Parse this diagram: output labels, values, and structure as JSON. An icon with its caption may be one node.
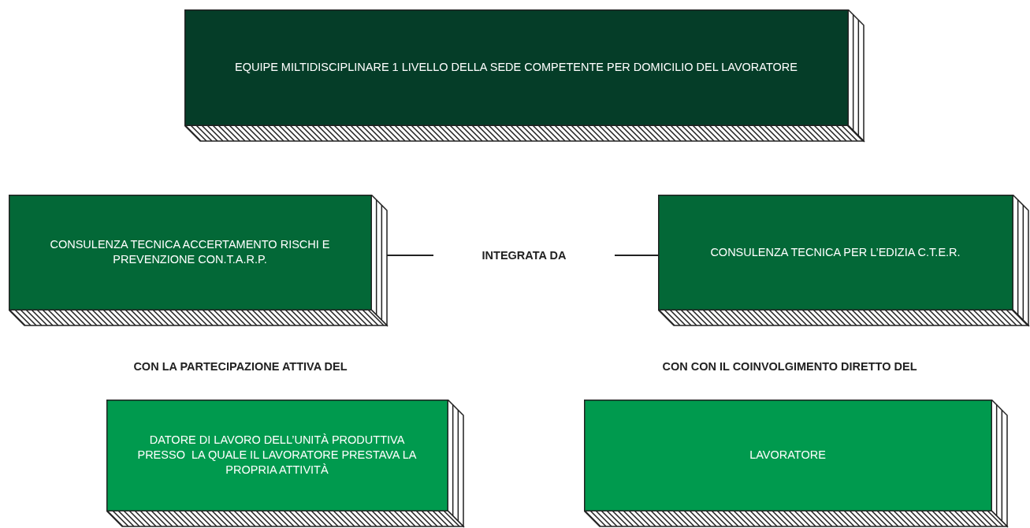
{
  "diagram": {
    "nodes": [
      {
        "text": [
          "EQUIPE MILTIDISCIPLINARE 1 LIVELLO DELLA SEDE COMPETENTE PER DOMICILIO DEL LAVORATORE"
        ]
      },
      {
        "text": [
          "CONSULENZA TECNICA ACCERTAMENTO RISCHI E PREVENZIONE CON.T.A.R.P."
        ]
      },
      {
        "text": [
          "INTEGRATA DA"
        ]
      },
      {
        "text": [
          "CONSULENZA TECNICA PER L’EDIZIA C.T.E.R."
        ]
      },
      {
        "text": [
          "DATORE DI LAVORO DELL’UNITÀ PRODUTTIVA PRESSO  LA QUALE IL LAVORATORE PRESTAVA LA PROPRIA ATTIVITÀ"
        ]
      },
      {
        "text": [
          "LAVORATORE"
        ]
      }
    ],
    "edges": [
      {
        "from": 1,
        "to": 2,
        "arrow": "none"
      },
      {
        "from": 2,
        "to": 3,
        "arrow": "none"
      }
    ],
    "labels": [
      "CON LA PARTECIPAZIONE ATTIVA DEL",
      "CON CON IL COINVOLGIMENTO DIRETTO DEL"
    ]
  }
}
